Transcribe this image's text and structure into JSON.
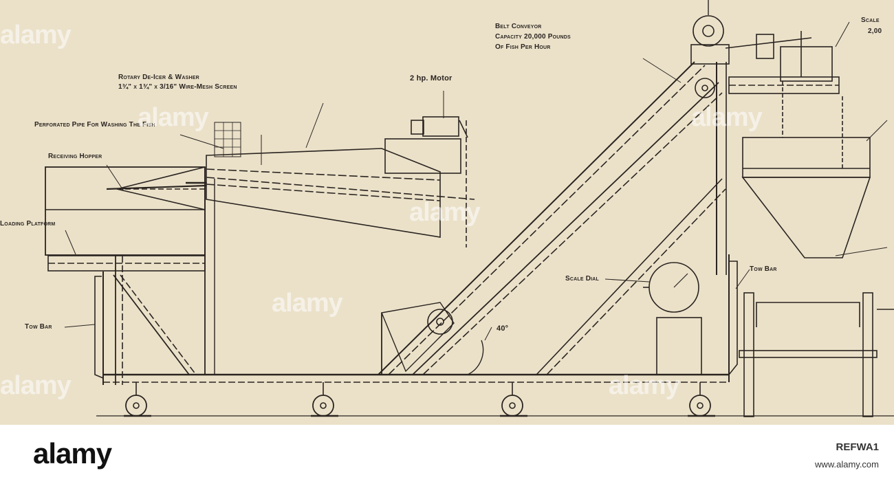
{
  "diagram": {
    "labels": {
      "belt_conveyor_1": "Belt Conveyor",
      "belt_conveyor_2": "Capacity 20,000 Pounds",
      "belt_conveyor_3": "Of Fish Per Hour",
      "scale_1": "Scale",
      "scale_2": "2,00",
      "motor": "2 hp. Motor",
      "deicer_1": "Rotary De-Icer & Washer",
      "deicer_2": "1¾\" x 1¾\" x 3/16\" Wire-Mesh Screen",
      "pipe": "Perforated Pipe For Washing The Fish",
      "hopper": "Receiving Hopper",
      "platform": "Loading Platform",
      "tow_bar_left": "Tow Bar",
      "scale_dial": "Scale Dial",
      "tow_bar_right": "Tow Bar",
      "angle": "40°"
    }
  },
  "watermark": {
    "brand": "alamy",
    "image_id": "REFWA1",
    "url": "www.alamy.com"
  }
}
